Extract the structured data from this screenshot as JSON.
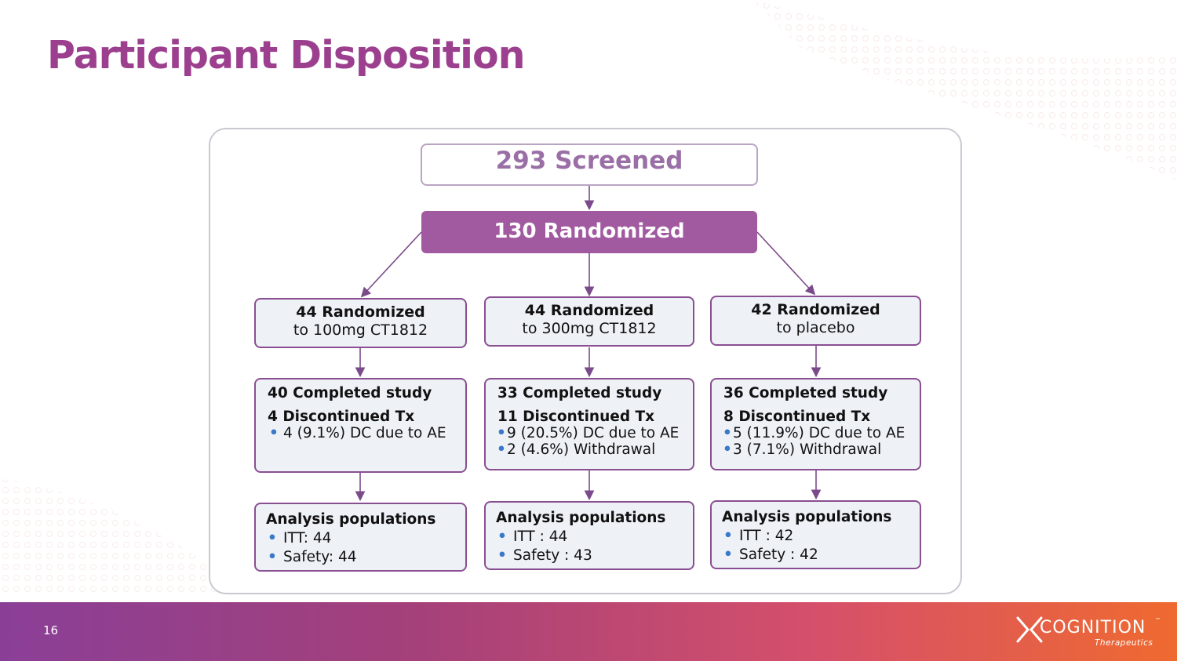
{
  "slide": {
    "title": "Participant Disposition",
    "page_number": "16"
  },
  "flow": {
    "screened": "293 Screened",
    "randomized": "130 Randomized",
    "arms": [
      {
        "bold": "44 Randomized",
        "sub": "to 100mg CT1812",
        "completed": "40 Completed study",
        "discontinued": "4 Discontinued Tx",
        "reasons": [
          "4 (9.1%) DC due to AE"
        ],
        "analysis_title": "Analysis populations",
        "analysis": [
          "ITT: 44",
          "Safety: 44"
        ]
      },
      {
        "bold": "44 Randomized",
        "sub": "to 300mg CT1812",
        "completed": "33 Completed study",
        "discontinued": "11 Discontinued Tx",
        "reasons": [
          "9 (20.5%) DC due to AE",
          "2 (4.6%)  Withdrawal"
        ],
        "analysis_title": "Analysis populations",
        "analysis": [
          "ITT : 44",
          "Safety : 43"
        ]
      },
      {
        "bold": "42 Randomized",
        "sub": "to placebo",
        "completed": "36 Completed study",
        "discontinued": "8 Discontinued Tx",
        "reasons": [
          "5 (11.9%) DC due to AE",
          "3 (7.1%) Withdrawal"
        ],
        "analysis_title": "Analysis populations",
        "analysis": [
          "ITT : 42",
          "Safety : 42"
        ]
      }
    ]
  },
  "logo": {
    "name": "COGNITION",
    "tm": "™",
    "subtitle": "Therapeutics"
  },
  "colors": {
    "title": "#9b3f8e",
    "box_border": "#8a4e92",
    "randomized_fill": "#a15aa0",
    "bullet": "#3a78c9"
  }
}
